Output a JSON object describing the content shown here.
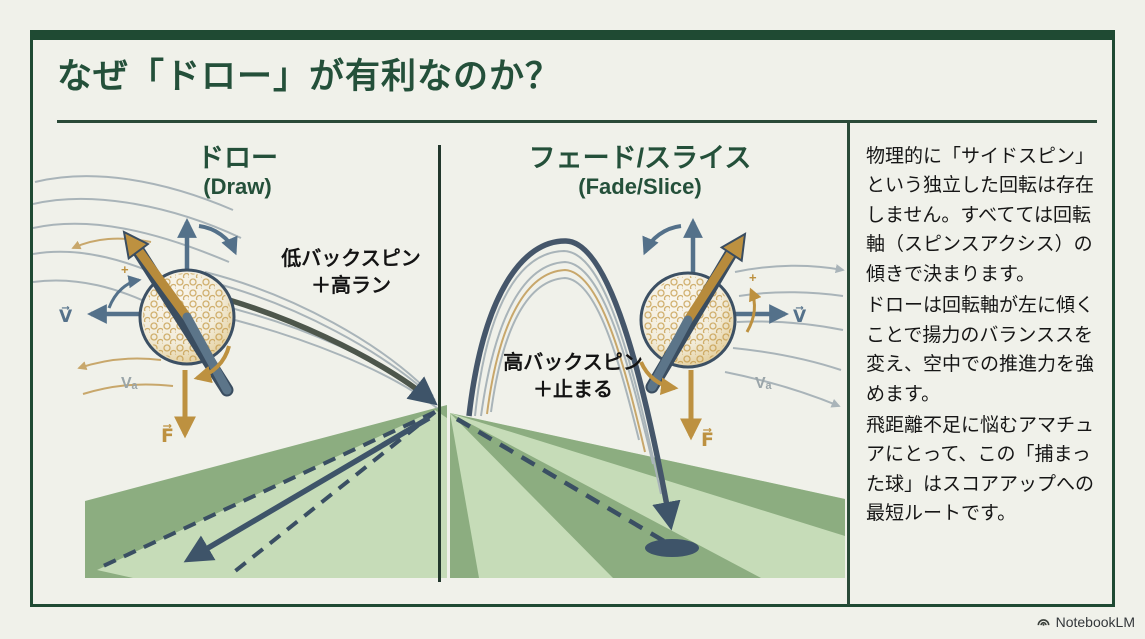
{
  "page": {
    "title": "なぜ「ドロー」が有利なのか？"
  },
  "panels": {
    "left": {
      "title": "ドロー",
      "subtitle": "(Draw)",
      "annotation_line1": "低バックスピン",
      "annotation_line2": "＋高ラン"
    },
    "right": {
      "title": "フェード/スライス",
      "subtitle": "(Fade/Slice)",
      "annotation_line1": "高バックスピン",
      "annotation_line2": "＋止まる"
    }
  },
  "physics_labels": {
    "velocity": "V⃗",
    "air_velocity": "Vₐ",
    "force": "F⃗",
    "plus": "+"
  },
  "sidebar": {
    "paragraphs": [
      "物理的に「サイドスピン」という独立した回転は存在しません。すべてては回転軸（スピンスアクシス）の傾きで決まります。",
      "ドローは回転軸が左に傾くことで揚力のバランススを変え、空中での推進力を強めます。",
      "飛距離不足に悩むアマチュアにとって、この「捕まった球」はスコアアップへの最短ルートです。"
    ]
  },
  "footer": {
    "brand": "NotebookLM"
  },
  "colors": {
    "background": "#f0f1ea",
    "frame_green": "#1f4a33",
    "heading_green": "#24503a",
    "gold": "#bd9140",
    "slate_blue": "#54718a",
    "dark_slate": "#3e5469",
    "fairway_green": "#8cad80",
    "fairway_light": "#c6dcb8",
    "text_black": "#161616"
  }
}
